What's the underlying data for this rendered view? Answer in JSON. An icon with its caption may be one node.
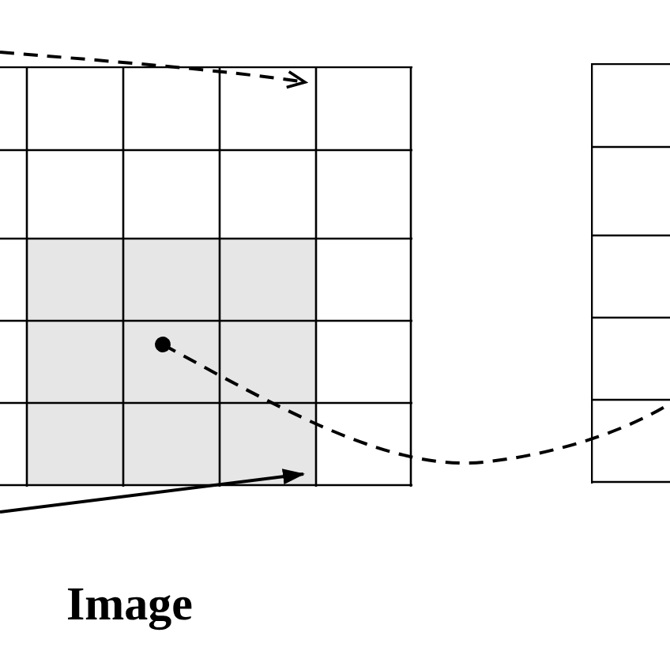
{
  "diagram": {
    "nodes": [
      {
        "text": [],
        "shape": "grid"
      },
      {
        "text": [],
        "shape": "box"
      }
    ],
    "edges": [
      {
        "from": null,
        "to": 0,
        "arrow": "to",
        "style": "dashed"
      },
      {
        "from": 0,
        "to": 1,
        "arrow": "other",
        "style": "dashed"
      },
      {
        "from": null,
        "to": 0,
        "arrow": "to"
      }
    ],
    "labels": [
      "Image"
    ]
  }
}
